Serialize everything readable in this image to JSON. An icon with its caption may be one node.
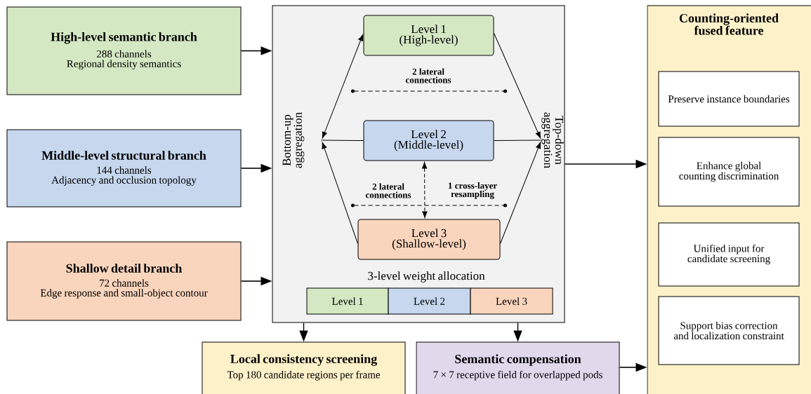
{
  "diagram": {
    "nodes": [
      {
        "text": [
          "High-level semantic branch",
          "288 channels",
          "Regional density semantics"
        ]
      },
      {
        "text": [
          "Middle-level structural branch",
          "144 channels",
          "Adjacency and occlusion topology"
        ]
      },
      {
        "text": [
          "Shallow detail branch",
          "72 channels",
          "Edge response and small-object contour"
        ]
      },
      {
        "text": [],
        "shape": "box"
      },
      {
        "text": [
          "Level 1",
          "(High-level)"
        ],
        "in": 3
      },
      {
        "text": [
          "Level 2",
          "(Middle-level)"
        ],
        "in": 3
      },
      {
        "text": [
          "Level 3",
          "(Shallow-level)"
        ],
        "in": 3
      },
      {
        "text": [],
        "shape": "point",
        "in": 3
      },
      {
        "text": [],
        "shape": "point",
        "in": 3
      },
      {
        "text": [
          "Level 1"
        ],
        "in": 3
      },
      {
        "text": [
          "Level 2"
        ],
        "in": 3
      },
      {
        "text": [
          "Level 3"
        ],
        "in": 3
      },
      {
        "text": [
          "Local consistency screening",
          "Top 180 candidate regions per frame"
        ]
      },
      {
        "text": [
          "Semantic compensation",
          "7 × 7 receptive field for overlapped pods"
        ]
      },
      {
        "text": [
          "Counting-oriented fused feature"
        ]
      },
      {
        "text": [
          "Preserve instance boundaries"
        ],
        "in": 14
      },
      {
        "text": [
          "Enhance global counting discrimination"
        ],
        "in": 14
      },
      {
        "text": [
          "Unified input for candidate screening"
        ],
        "in": 14
      },
      {
        "text": [
          "Support bias correction and localization constraint"
        ],
        "in": 14
      }
    ],
    "edges": [
      {
        "from": 0,
        "to": 3,
        "arrow": "to"
      },
      {
        "from": 1,
        "to": 3,
        "arrow": "to"
      },
      {
        "from": 2,
        "to": 3,
        "arrow": "to"
      },
      {
        "from": 4,
        "to": 7,
        "arrow": "both"
      },
      {
        "from": 5,
        "to": 7,
        "arrow": "none"
      },
      {
        "from": 6,
        "to": 7,
        "arrow": "to"
      },
      {
        "from": 4,
        "to": 8,
        "arrow": "to"
      },
      {
        "from": 5,
        "to": 8,
        "arrow": "none"
      },
      {
        "from": 6,
        "to": 8,
        "arrow": "to"
      },
      {
        "from": 5,
        "to": 6,
        "arrow": "both",
        "style": "dashed",
        "label": "1 cross-layer resampling"
      },
      {
        "from": 3,
        "to": 12,
        "arrow": "to"
      },
      {
        "from": 3,
        "to": 13,
        "arrow": "to"
      },
      {
        "from": 3,
        "to": 14,
        "arrow": "to"
      },
      {
        "from": 13,
        "to": 14,
        "arrow": "to"
      }
    ],
    "labels": [
      "2 lateral connections",
      "Bottom-up aggregation",
      "Top-down aggregation",
      "2 lateral connections",
      "3-level weight allocation"
    ]
  }
}
